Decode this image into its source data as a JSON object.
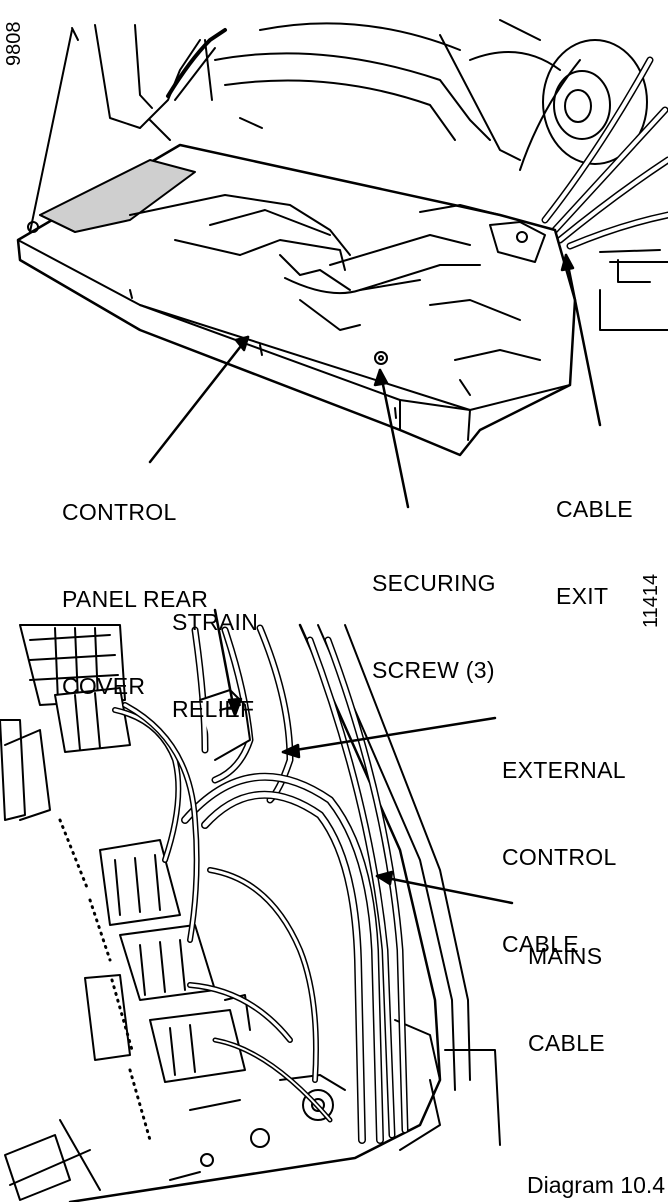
{
  "diagram": {
    "drawing_numbers": {
      "upper": "9808",
      "lower": "11414"
    },
    "labels": {
      "control_panel_rear_cover": [
        "CONTROL",
        "PANEL REAR",
        "COVER"
      ],
      "securing_screw": [
        "SECURING",
        "SCREW (3)"
      ],
      "cable_exit": [
        "CABLE",
        "EXIT"
      ],
      "strain_relief": [
        "STRAIN",
        "RELIEF"
      ],
      "external_control_cable": [
        "EXTERNAL",
        "CONTROL",
        "CABLE"
      ],
      "mains_cable": [
        "MAINS",
        "CABLE"
      ]
    },
    "caption": "Diagram 10.4"
  },
  "colors": {
    "line": "#000000",
    "cover_fill": "#ffffff",
    "window_fill": "#cfcfcf"
  }
}
